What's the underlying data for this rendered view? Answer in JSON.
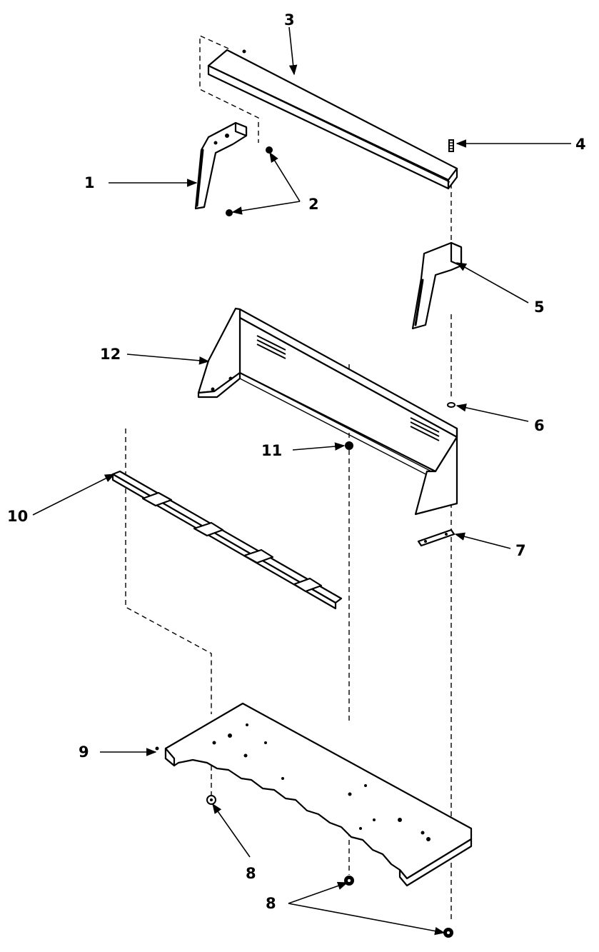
{
  "callouts": {
    "c1": "1",
    "c2": "2",
    "c3": "3",
    "c4": "4",
    "c5": "5",
    "c6": "6",
    "c7": "7",
    "c8a": "8",
    "c8b": "8",
    "c9": "9",
    "c10": "10",
    "c11": "11",
    "c12": "12"
  }
}
